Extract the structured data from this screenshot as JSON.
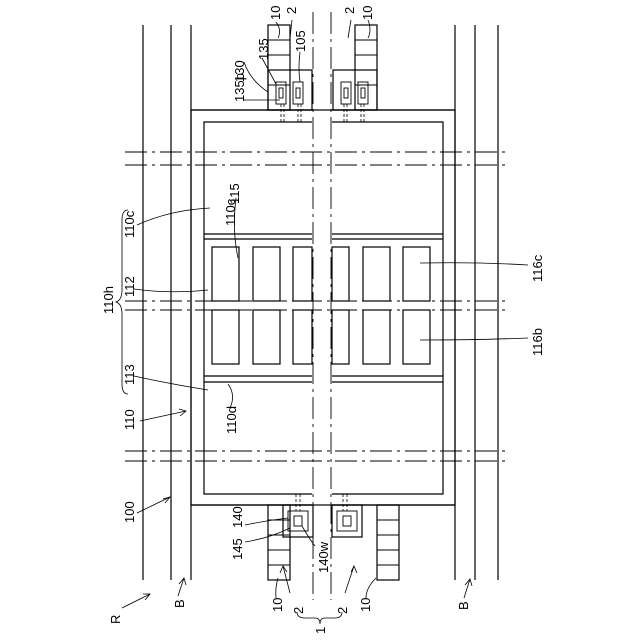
{
  "figure": {
    "labels": {
      "l10_tl": "10",
      "l2_tl": "2",
      "l2_tr": "2",
      "l10_tr": "10",
      "l105": "105",
      "l135": "135",
      "l130": "130",
      "l135p": "135p",
      "l110c_in": "110c",
      "l115": "115",
      "l110c_side": "110c",
      "l110h": "110h",
      "l112": "112",
      "l116c": "116c",
      "l116b": "116b",
      "l113": "113",
      "l110": "110",
      "l110d": "110d",
      "l100": "100",
      "l140": "140",
      "l145": "145",
      "l140w": "140w",
      "lR": "R",
      "lB_left": "B",
      "lB_right": "B",
      "l10_bl": "10",
      "l2_bl": "2",
      "l2_br": "2",
      "l10_br": "10",
      "l1": "1"
    }
  }
}
